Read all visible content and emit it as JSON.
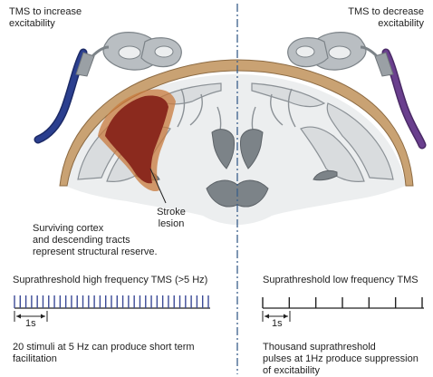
{
  "labels": {
    "left_title": "TMS to increase\nexcitability",
    "right_title": "TMS to decrease\nexcitability",
    "surviving_cortex": "Surviving cortex\nand descending tracts\nrepresent structural reserve.",
    "lesion": "Stroke\nlesion",
    "high_freq_title": "Suprathreshold high frequency TMS (>5 Hz)",
    "low_freq_title": "Suprathreshold low frequency TMS",
    "time_scale_left": "1s",
    "time_scale_right": "1s",
    "high_freq_caption": "20 stimuli at 5 Hz can produce short term\nfacilitation",
    "low_freq_caption": "Thousand suprathreshold\npulses at 1Hz produce suppression\nof excitability"
  },
  "icons": {
    "left_coil": "tms-coil-blue",
    "right_coil": "tms-coil-purple",
    "brain": "brain-coronal-section",
    "divider": "dash-dot-midline"
  },
  "pulse_trains": {
    "high_frequency": {
      "pulses_per_second": 5,
      "pulses_shown": 35
    },
    "low_frequency": {
      "pulses_per_second": 1,
      "pulses_shown": 7
    }
  },
  "colors": {
    "skull": "#c9a273",
    "lesion": "#8b2a1e",
    "lesion_halo": "#c87a3c",
    "brain_grey": "#d9dcde",
    "brain_dark": "#7c8388",
    "coil_grey": "#b9bec2",
    "cable_blue": "#2b3f8f",
    "cable_purple": "#6a3f8e",
    "midline": "#3a5f8a",
    "pulse_blue": "#3b4a96"
  }
}
